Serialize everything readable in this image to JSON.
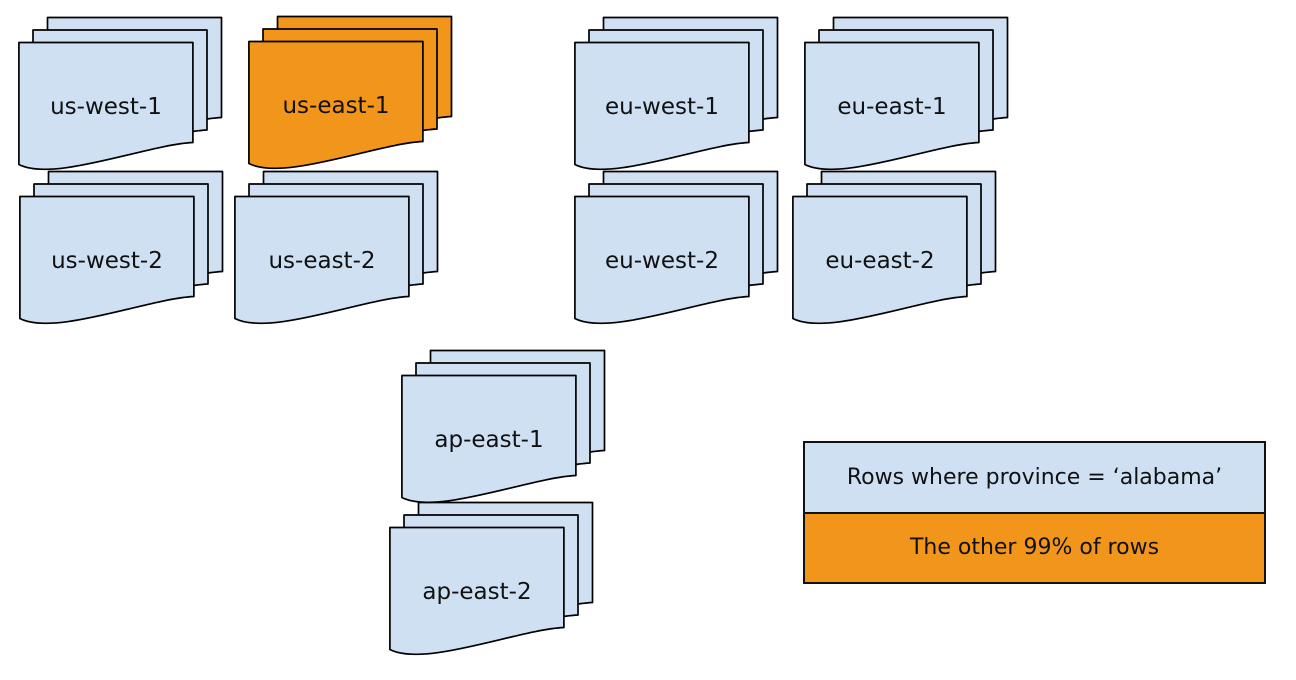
{
  "colors": {
    "normal_fill": "#CFE0F3",
    "highlight_fill": "#F1961B",
    "stroke": "#000000",
    "background": "#FFFFFF"
  },
  "sheets_per_stack": 3,
  "stacks": [
    {
      "label": "us-west-1",
      "fill": "#CFE0F3"
    },
    {
      "label": "us-east-1",
      "fill": "#F1961B"
    },
    {
      "label": "eu-west-1",
      "fill": "#CFE0F3"
    },
    {
      "label": "eu-east-1",
      "fill": "#CFE0F3"
    },
    {
      "label": "us-west-2",
      "fill": "#CFE0F3"
    },
    {
      "label": "us-east-2",
      "fill": "#CFE0F3"
    },
    {
      "label": "eu-west-2",
      "fill": "#CFE0F3"
    },
    {
      "label": "eu-east-2",
      "fill": "#CFE0F3"
    },
    {
      "label": "ap-east-1",
      "fill": "#CFE0F3"
    },
    {
      "label": "ap-east-2",
      "fill": "#CFE0F3"
    }
  ],
  "legend": {
    "items": [
      {
        "label": "Rows where province = ‘alabama’",
        "fill": "#CFE0F3"
      },
      {
        "label": "The other 99% of rows",
        "fill": "#F1961B"
      }
    ]
  }
}
